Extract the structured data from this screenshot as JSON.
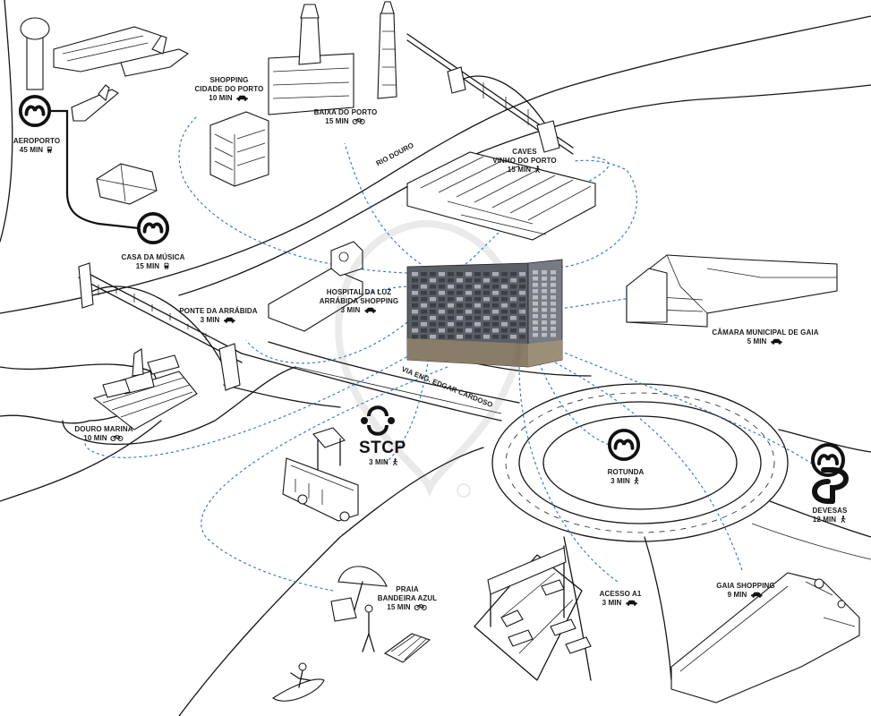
{
  "map": {
    "river_label": "RIO DOURO",
    "road_label": "VIA ENG. EDGAR CARDOSO",
    "brand_word": "STCP",
    "markers": [
      {
        "id": "aeroporto",
        "name": "AEROPORTO",
        "time": "45 MIN",
        "mode": "metro",
        "icon": "metro-icon"
      },
      {
        "id": "casa-da-musica",
        "name": "CASA DA MÚSICA",
        "time": "15 MIN",
        "mode": "metro",
        "icon": "metro-icon"
      },
      {
        "id": "shopping-cidade-do-porto",
        "name": "SHOPPING\nCIDADE DO PORTO",
        "time": "10 MIN",
        "mode": "car",
        "icon": "car-icon"
      },
      {
        "id": "baixa-do-porto",
        "name": "BAIXA DO PORTO",
        "time": "15 MIN",
        "mode": "bike",
        "icon": "bike-icon"
      },
      {
        "id": "caves-vinho-do-porto",
        "name": "CAVES\nVINHO DO PORTO",
        "time": "15 MIN",
        "mode": "walk",
        "icon": "walk-icon"
      },
      {
        "id": "ponte-da-arrabida",
        "name": "PONTE DA ARRÁBIDA",
        "time": "3 MIN",
        "mode": "car",
        "icon": "car-icon"
      },
      {
        "id": "hospital-da-luz",
        "name": "HOSPITAL DA LUZ\nARRÁBIDA SHOPPING",
        "time": "3 MIN",
        "mode": "car",
        "icon": "car-icon"
      },
      {
        "id": "camara-municipal-de-gaia",
        "name": "CÂMARA MUNICIPAL DE GAIA",
        "time": "5 MIN",
        "mode": "car",
        "icon": "car-icon"
      },
      {
        "id": "douro-marina",
        "name": "DOURO MARINA",
        "time": "10 MIN",
        "mode": "bike",
        "icon": "bike-icon"
      },
      {
        "id": "stcp",
        "name": "",
        "time": "3 MIN",
        "mode": "walk",
        "icon": "walk-icon"
      },
      {
        "id": "rotunda",
        "name": "ROTUNDA",
        "time": "3 MIN",
        "mode": "walk",
        "icon": "walk-icon"
      },
      {
        "id": "devesas",
        "name": "DEVESAS",
        "time": "12 MIN",
        "mode": "walk",
        "icon": "walk-icon"
      },
      {
        "id": "gaia-shopping",
        "name": "GAIA SHOPPING",
        "time": "9 MIN",
        "mode": "car",
        "icon": "car-icon"
      },
      {
        "id": "acesso-a1",
        "name": "ACESSO A1",
        "time": "3 MIN",
        "mode": "car",
        "icon": "car-icon"
      },
      {
        "id": "praia-bandeira-azul",
        "name": "PRAIA\nBANDEIRA AZUL",
        "time": "15 MIN",
        "mode": "bike",
        "icon": "bike-icon"
      }
    ],
    "colors": {
      "route": "#2f6fc9",
      "ink": "#151515",
      "building_dark": "#4b4e55",
      "building_glass": "#6c7079"
    }
  }
}
